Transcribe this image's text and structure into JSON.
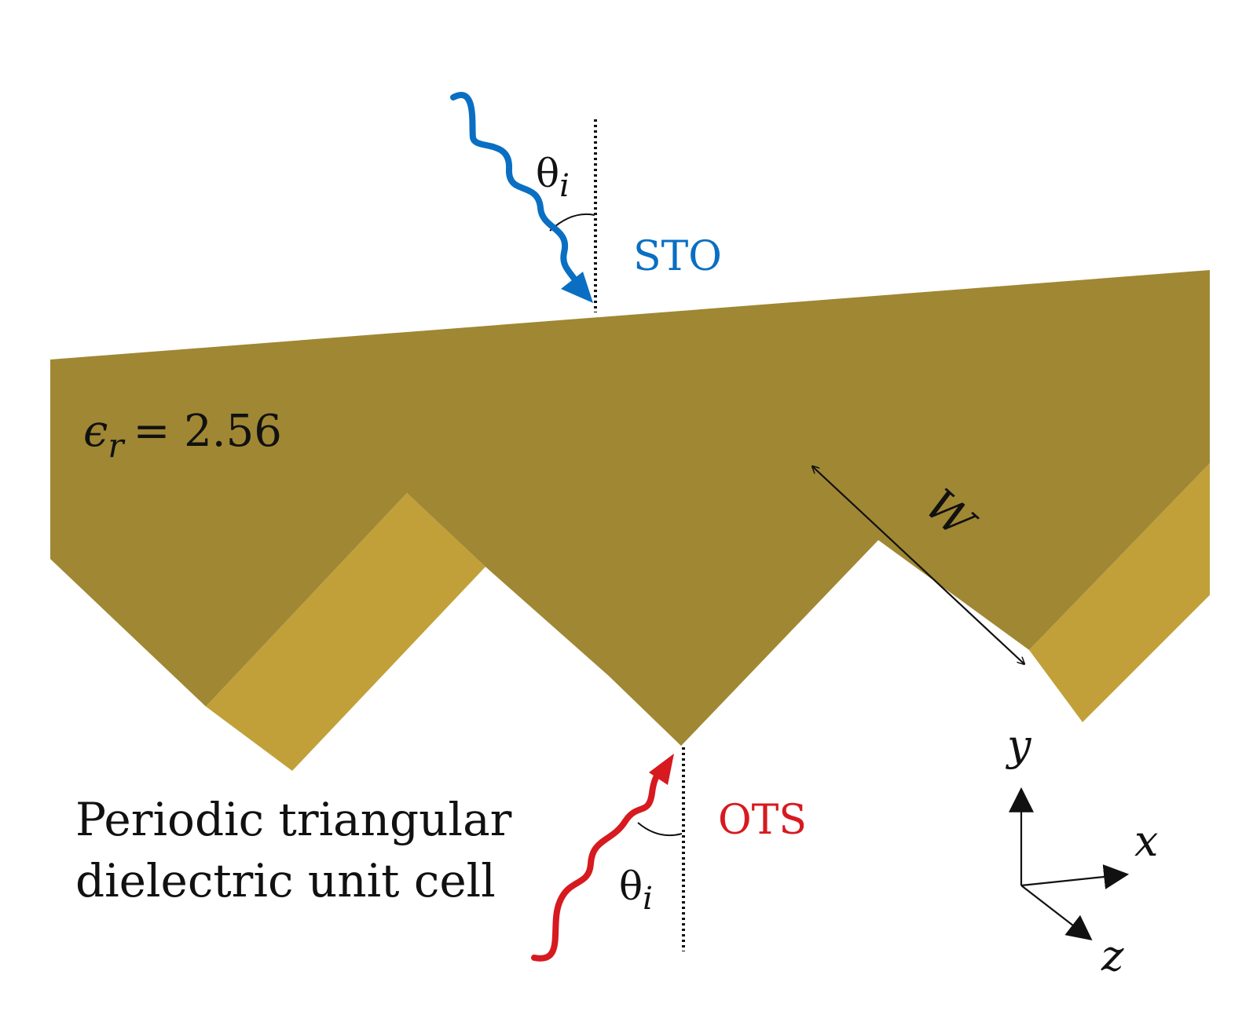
{
  "colors": {
    "dielectric_dark": "#a08733",
    "dielectric_light": "#c1a03a",
    "sto_wave": "#0a6fc2",
    "ots_wave": "#d61a1f",
    "text": "#111111"
  },
  "labels": {
    "theta_symbol": "θ",
    "theta_subscript": "i",
    "sto": "STO",
    "ots": "OTS",
    "eps_symbol": "ϵ",
    "eps_subscript": "r",
    "eps_value": "= 2.56",
    "width": "W",
    "caption_line1": "Periodic triangular",
    "caption_line2": "dielectric unit cell",
    "axis_x": "x",
    "axis_y": "y",
    "axis_z": "z"
  },
  "icons": {
    "incident_wave": "wavy-arrow-icon",
    "transmitted_wave": "wavy-arrow-icon"
  }
}
